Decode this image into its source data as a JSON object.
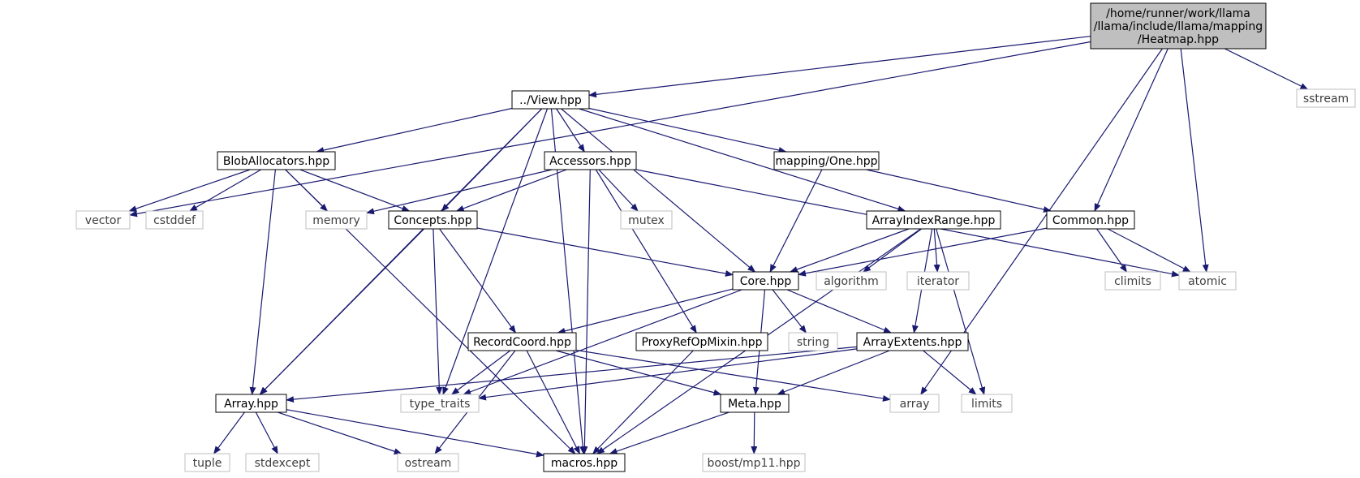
{
  "colors": {
    "edge": "#191970",
    "root_fill": "#bfbfbf",
    "project_border": "#000000",
    "system_border": "#bfbfbf",
    "system_text": "#3f3f3f",
    "text": "#000000"
  },
  "nodes": [
    {
      "id": "heatmap",
      "kind": "root",
      "lines": [
        "/home/runner/work/llama",
        "/llama/include/llama/mapping",
        "/Heatmap.hpp"
      ]
    },
    {
      "id": "view",
      "kind": "project",
      "lines": [
        "../View.hpp"
      ]
    },
    {
      "id": "sstream",
      "kind": "system",
      "lines": [
        "sstream"
      ]
    },
    {
      "id": "blobAllocators",
      "kind": "project",
      "lines": [
        "BlobAllocators.hpp"
      ]
    },
    {
      "id": "accessors",
      "kind": "project",
      "lines": [
        "Accessors.hpp"
      ]
    },
    {
      "id": "mappingOne",
      "kind": "project",
      "lines": [
        "mapping/One.hpp"
      ]
    },
    {
      "id": "vector",
      "kind": "system",
      "lines": [
        "vector"
      ]
    },
    {
      "id": "cstddef",
      "kind": "system",
      "lines": [
        "cstddef"
      ]
    },
    {
      "id": "memory",
      "kind": "system",
      "lines": [
        "memory"
      ]
    },
    {
      "id": "concepts",
      "kind": "project",
      "lines": [
        "Concepts.hpp"
      ]
    },
    {
      "id": "mutex",
      "kind": "system",
      "lines": [
        "mutex"
      ]
    },
    {
      "id": "arrayIndexRange",
      "kind": "project",
      "lines": [
        "ArrayIndexRange.hpp"
      ]
    },
    {
      "id": "common",
      "kind": "project",
      "lines": [
        "Common.hpp"
      ]
    },
    {
      "id": "core",
      "kind": "project",
      "lines": [
        "Core.hpp"
      ]
    },
    {
      "id": "algorithm",
      "kind": "system",
      "lines": [
        "algorithm"
      ]
    },
    {
      "id": "iterator",
      "kind": "system",
      "lines": [
        "iterator"
      ]
    },
    {
      "id": "climits",
      "kind": "system",
      "lines": [
        "climits"
      ]
    },
    {
      "id": "atomic",
      "kind": "system",
      "lines": [
        "atomic"
      ]
    },
    {
      "id": "recordCoord",
      "kind": "project",
      "lines": [
        "RecordCoord.hpp"
      ]
    },
    {
      "id": "proxyRef",
      "kind": "project",
      "lines": [
        "ProxyRefOpMixin.hpp"
      ]
    },
    {
      "id": "string",
      "kind": "system",
      "lines": [
        "string"
      ]
    },
    {
      "id": "arrayExtents",
      "kind": "project",
      "lines": [
        "ArrayExtents.hpp"
      ]
    },
    {
      "id": "array_hpp",
      "kind": "project",
      "lines": [
        "Array.hpp"
      ]
    },
    {
      "id": "type_traits",
      "kind": "system",
      "lines": [
        "type_traits"
      ]
    },
    {
      "id": "meta",
      "kind": "project",
      "lines": [
        "Meta.hpp"
      ]
    },
    {
      "id": "array_std",
      "kind": "system",
      "lines": [
        "array"
      ]
    },
    {
      "id": "limits",
      "kind": "system",
      "lines": [
        "limits"
      ]
    },
    {
      "id": "tuple",
      "kind": "system",
      "lines": [
        "tuple"
      ]
    },
    {
      "id": "stdexcept",
      "kind": "system",
      "lines": [
        "stdexcept"
      ]
    },
    {
      "id": "ostream",
      "kind": "system",
      "lines": [
        "ostream"
      ]
    },
    {
      "id": "macros",
      "kind": "project",
      "lines": [
        "macros.hpp"
      ]
    },
    {
      "id": "boostmp11",
      "kind": "system",
      "lines": [
        "boost/mp11.hpp"
      ]
    }
  ],
  "edges": [
    [
      "heatmap",
      "view"
    ],
    [
      "heatmap",
      "vector"
    ],
    [
      "heatmap",
      "sstream"
    ],
    [
      "heatmap",
      "common"
    ],
    [
      "heatmap",
      "atomic"
    ],
    [
      "heatmap",
      "array_std"
    ],
    [
      "view",
      "blobAllocators"
    ],
    [
      "view",
      "accessors"
    ],
    [
      "view",
      "mappingOne"
    ],
    [
      "view",
      "concepts"
    ],
    [
      "view",
      "arrayIndexRange"
    ],
    [
      "view",
      "core"
    ],
    [
      "view",
      "type_traits"
    ],
    [
      "view",
      "array_hpp"
    ],
    [
      "view",
      "macros"
    ],
    [
      "blobAllocators",
      "vector"
    ],
    [
      "blobAllocators",
      "cstddef"
    ],
    [
      "blobAllocators",
      "memory"
    ],
    [
      "blobAllocators",
      "concepts"
    ],
    [
      "blobAllocators",
      "array_hpp"
    ],
    [
      "blobAllocators",
      "macros"
    ],
    [
      "accessors",
      "memory"
    ],
    [
      "accessors",
      "concepts"
    ],
    [
      "accessors",
      "mutex"
    ],
    [
      "accessors",
      "proxyRef"
    ],
    [
      "accessors",
      "macros"
    ],
    [
      "accessors",
      "atomic"
    ],
    [
      "mappingOne",
      "core"
    ],
    [
      "mappingOne",
      "common"
    ],
    [
      "concepts",
      "core"
    ],
    [
      "concepts",
      "recordCoord"
    ],
    [
      "concepts",
      "type_traits"
    ],
    [
      "concepts",
      "array_hpp"
    ],
    [
      "arrayIndexRange",
      "core"
    ],
    [
      "arrayIndexRange",
      "algorithm"
    ],
    [
      "arrayIndexRange",
      "iterator"
    ],
    [
      "arrayIndexRange",
      "arrayExtents"
    ],
    [
      "arrayIndexRange",
      "limits"
    ],
    [
      "arrayIndexRange",
      "macros"
    ],
    [
      "common",
      "core"
    ],
    [
      "common",
      "climits"
    ],
    [
      "common",
      "atomic"
    ],
    [
      "core",
      "recordCoord"
    ],
    [
      "core",
      "string"
    ],
    [
      "core",
      "arrayExtents"
    ],
    [
      "core",
      "type_traits"
    ],
    [
      "core",
      "meta"
    ],
    [
      "recordCoord",
      "type_traits"
    ],
    [
      "recordCoord",
      "meta"
    ],
    [
      "recordCoord",
      "array_std"
    ],
    [
      "recordCoord",
      "ostream"
    ],
    [
      "recordCoord",
      "macros"
    ],
    [
      "proxyRef",
      "macros"
    ],
    [
      "arrayExtents",
      "array_hpp"
    ],
    [
      "arrayExtents",
      "type_traits"
    ],
    [
      "arrayExtents",
      "meta"
    ],
    [
      "arrayExtents",
      "limits"
    ],
    [
      "array_hpp",
      "tuple"
    ],
    [
      "array_hpp",
      "stdexcept"
    ],
    [
      "array_hpp",
      "ostream"
    ],
    [
      "array_hpp",
      "macros"
    ],
    [
      "meta",
      "macros"
    ],
    [
      "meta",
      "boostmp11"
    ]
  ]
}
